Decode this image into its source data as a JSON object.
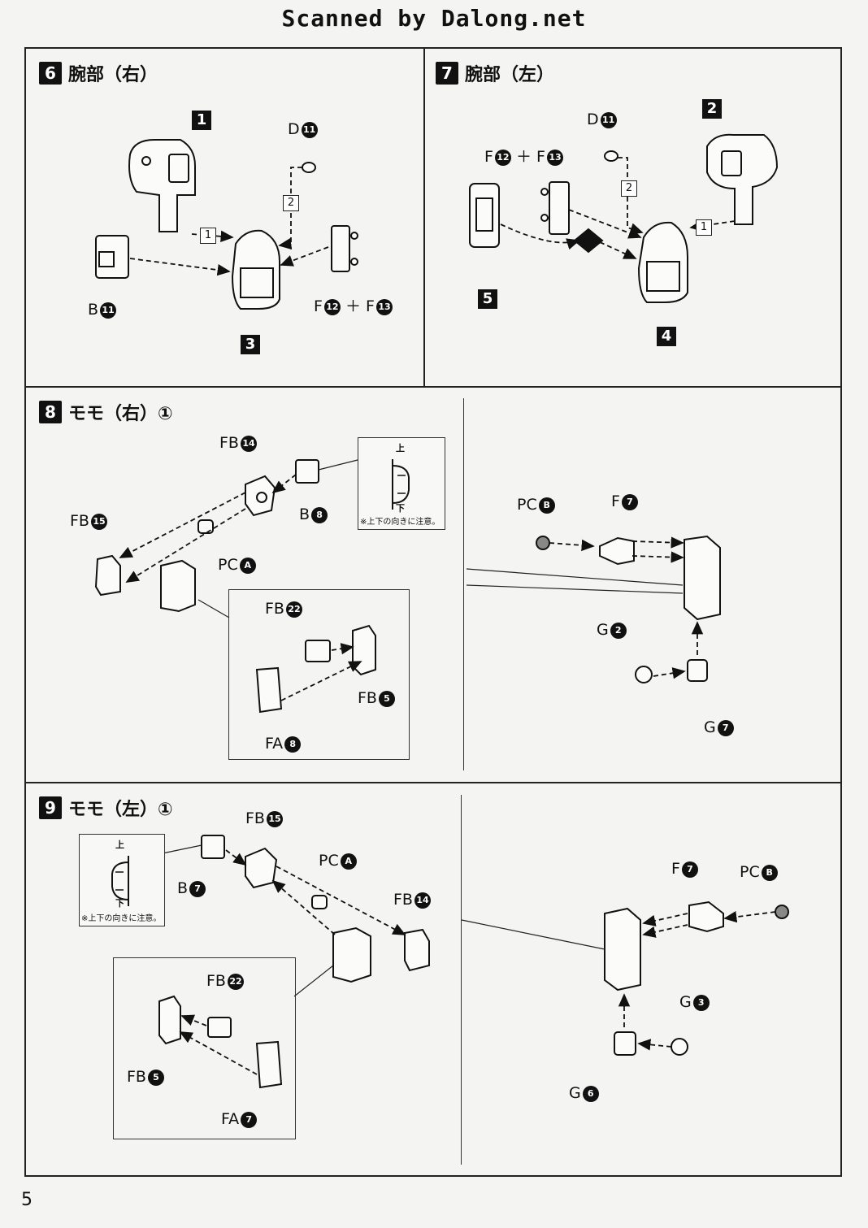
{
  "watermark": "Scanned by Dalong.net",
  "page_number": "5",
  "steps": [
    {
      "num": "6",
      "title": "腕部（右）"
    },
    {
      "num": "7",
      "title": "腕部（左）"
    },
    {
      "num": "8",
      "title": "モモ（右）①"
    },
    {
      "num": "9",
      "title": "モモ（左）①"
    }
  ],
  "step6": {
    "parts": [
      "1",
      "3"
    ],
    "labels": {
      "d": "D",
      "d_n": "11",
      "b": "B",
      "b_n": "11",
      "f1": "F",
      "f1_n": "12",
      "plus": "＋",
      "f2": "F",
      "f2_n": "13"
    },
    "seq": [
      "1",
      "2"
    ]
  },
  "step7": {
    "parts": [
      "2",
      "5",
      "4"
    ],
    "labels": {
      "d": "D",
      "d_n": "11",
      "f1": "F",
      "f1_n": "12",
      "plus": "＋",
      "f2": "F",
      "f2_n": "13"
    },
    "seq": [
      "1",
      "2"
    ]
  },
  "step8": {
    "labels": {
      "fb14": "FB",
      "fb14_n": "14",
      "fb15": "FB",
      "fb15_n": "15",
      "b8": "B",
      "b8_n": "8",
      "pca": "PC",
      "pca_n": "A",
      "fb22": "FB",
      "fb22_n": "22",
      "fb5": "FB",
      "fb5_n": "5",
      "fa8": "FA",
      "fa8_n": "8",
      "pcb": "PC",
      "pcb_n": "B",
      "f7": "F",
      "f7_n": "7",
      "g2": "G",
      "g2_n": "2",
      "g7": "G",
      "g7_n": "7"
    },
    "hint": {
      "top": "上",
      "bottom": "下",
      "note": "※上下の向きに注意。"
    }
  },
  "step9": {
    "labels": {
      "fb15": "FB",
      "fb15_n": "15",
      "b7": "B",
      "b7_n": "7",
      "pca": "PC",
      "pca_n": "A",
      "fb14": "FB",
      "fb14_n": "14",
      "fb22": "FB",
      "fb22_n": "22",
      "fb5": "FB",
      "fb5_n": "5",
      "fa7": "FA",
      "fa7_n": "7",
      "f7": "F",
      "f7_n": "7",
      "pcb": "PC",
      "pcb_n": "B",
      "g3": "G",
      "g3_n": "3",
      "g6": "G",
      "g6_n": "6"
    },
    "hint": {
      "top": "上",
      "bottom": "下",
      "note": "※上下の向きに注意。"
    }
  }
}
